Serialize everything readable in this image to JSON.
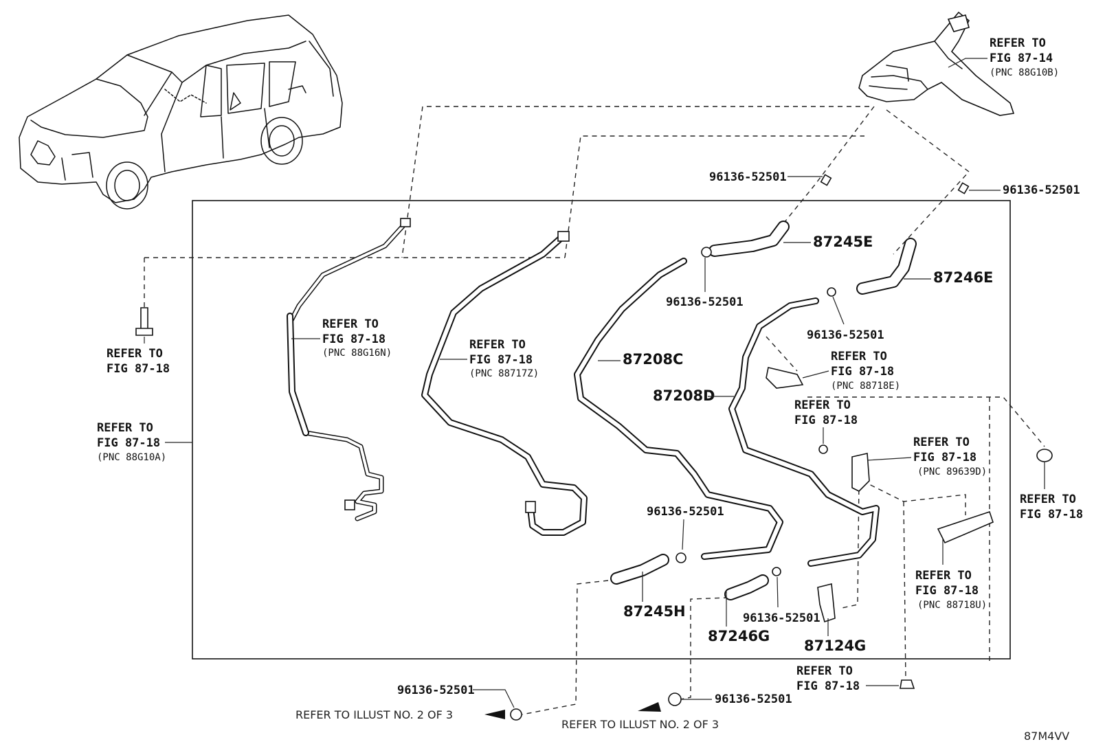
{
  "diagram_code": "87M4VV",
  "parts": {
    "p87245E": "87245E",
    "p87246E": "87246E",
    "p87208C": "87208C",
    "p87208D": "87208D",
    "p87245H": "87245H",
    "p87246G": "87246G",
    "p87124G": "87124G"
  },
  "clips": {
    "c1": "96136-52501",
    "c2": "96136-52501",
    "c3": "96136-52501",
    "c4": "96136-52501",
    "c5": "96136-52501",
    "c6": "96136-52501",
    "c7": "96136-52501",
    "c8": "96136-52501"
  },
  "refs": {
    "fig8714": {
      "l1": "REFER TO",
      "l2": "FIG 87-14",
      "l3": "(PNC 88G10B)"
    },
    "left_bolt": {
      "l1": "REFER TO",
      "l2": "FIG 87-18"
    },
    "box_left": {
      "l1": "REFER TO",
      "l2": "FIG 87-18",
      "l3": "(PNC 88G10A)"
    },
    "pipe1": {
      "l1": "REFER TO",
      "l2": "FIG 87-18",
      "l3": "(PNC 88G16N)"
    },
    "pipe2": {
      "l1": "REFER TO",
      "l2": "FIG 87-18",
      "l3": "(PNC 88717Z)"
    },
    "sensor": {
      "l1": "REFER TO",
      "l2": "FIG 87-18",
      "l3": "(PNC 88718E)"
    },
    "bolt_mid": {
      "l1": "REFER TO",
      "l2": "FIG 87-18"
    },
    "bracket": {
      "l1": "REFER TO",
      "l2": "FIG 87-18",
      "l3": "(PNC 89639D)"
    },
    "right_nut": {
      "l1": "REFER TO",
      "l2": "FIG 87-18"
    },
    "clamp_u": {
      "l1": "REFER TO",
      "l2": "FIG 87-18",
      "l3": "(PNC 88718U)"
    },
    "bottom_nut": {
      "l1": "REFER TO",
      "l2": "FIG 87-18"
    }
  },
  "illust": {
    "a": "REFER TO ILLUST NO. 2 OF 3",
    "b": "REFER TO ILLUST NO. 2 OF 3"
  }
}
